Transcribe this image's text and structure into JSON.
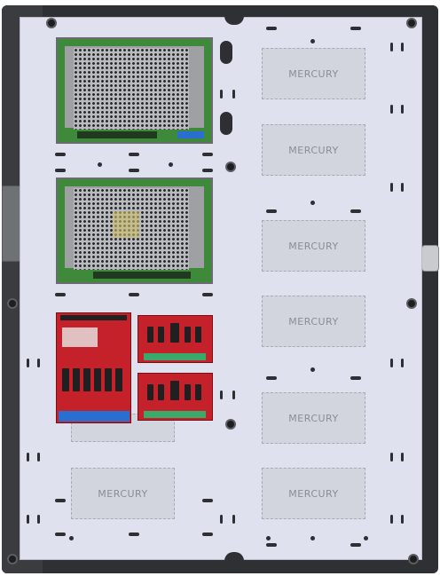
{
  "panel": {
    "mercury_label": "MERCURY",
    "slots": [
      {
        "label": "MERCURY"
      },
      {
        "label": "MERCURY"
      },
      {
        "label": "MERCURY"
      },
      {
        "label": "MERCURY"
      },
      {
        "label": "MERCURY"
      },
      {
        "label": "MERCURY"
      },
      {
        "label": "MERCURY"
      }
    ]
  },
  "colors": {
    "enclosure": "#2e3033",
    "backplate": "#dfe1ef",
    "board_red": "#c4212b",
    "terminal_blue": "#2a6fd0",
    "terminal_green": "#3aa96a"
  },
  "icons": {
    "power_switch": "power-switch-icon",
    "door_latch": "latch-icon"
  }
}
